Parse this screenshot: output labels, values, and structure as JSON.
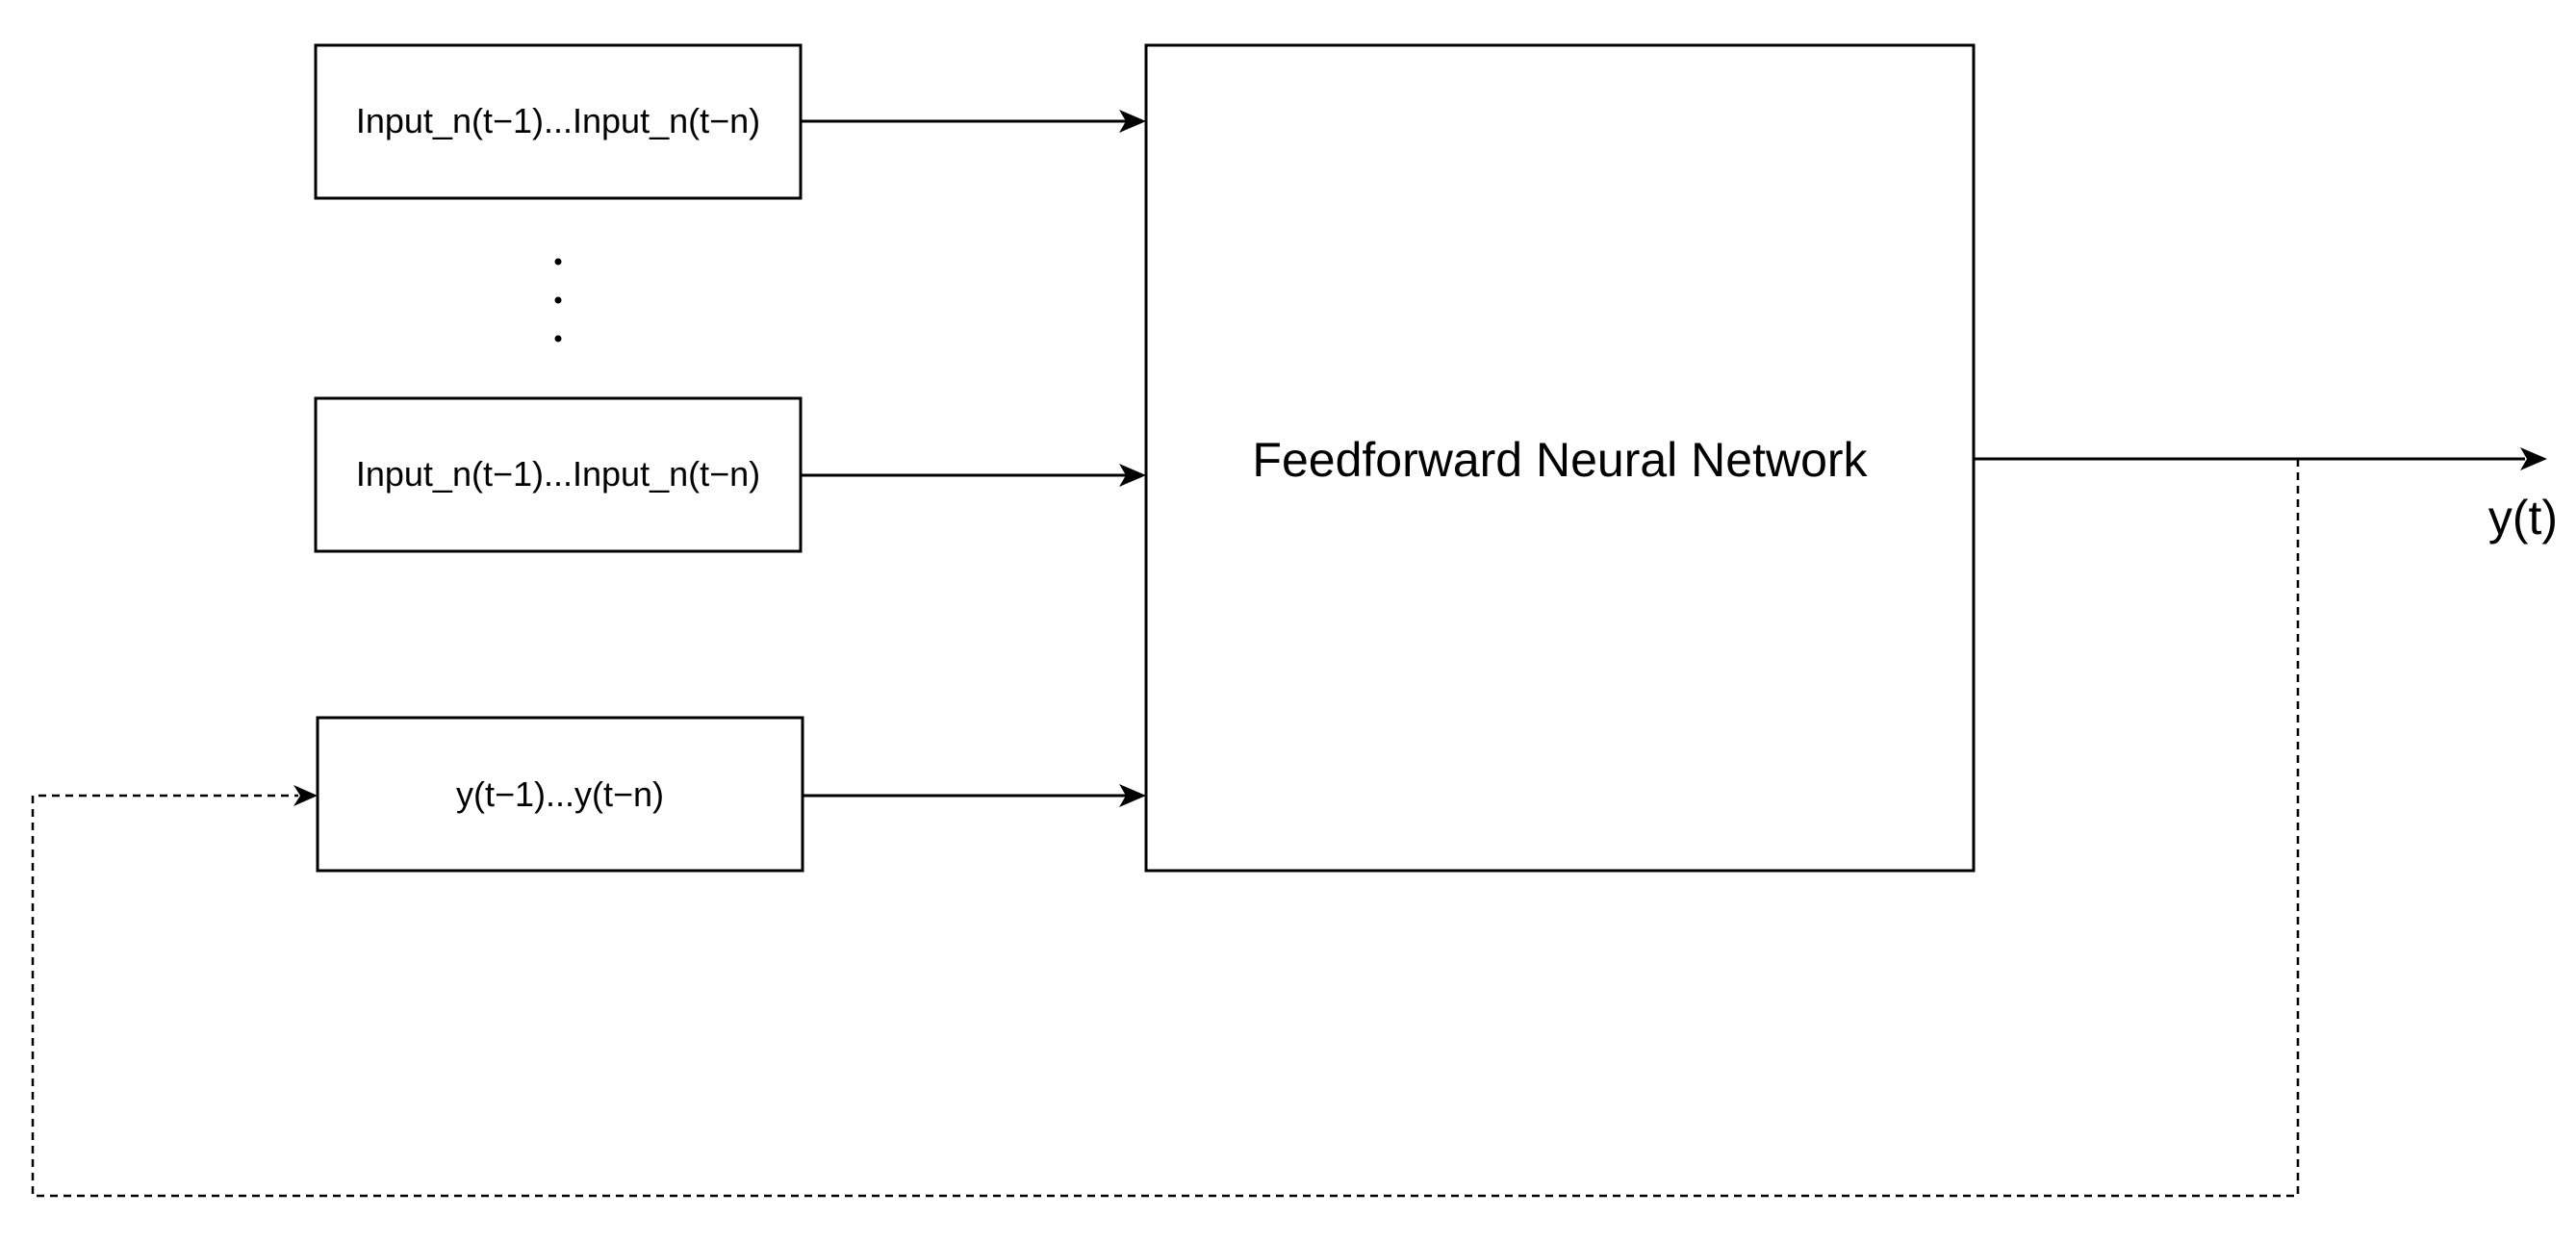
{
  "nodes": {
    "input_top": {
      "label": "Input_n(t−1)...Input_n(t−n)"
    },
    "input_bottom": {
      "label": "Input_n(t−1)...Input_n(t−n)"
    },
    "y_history": {
      "label": "y(t−1)...y(t−n)"
    },
    "network": {
      "label": "Feedforward Neural Network"
    }
  },
  "output": {
    "label": "y(t)"
  },
  "ellipsis": {
    "label": "vertical ellipsis (three dots)"
  }
}
